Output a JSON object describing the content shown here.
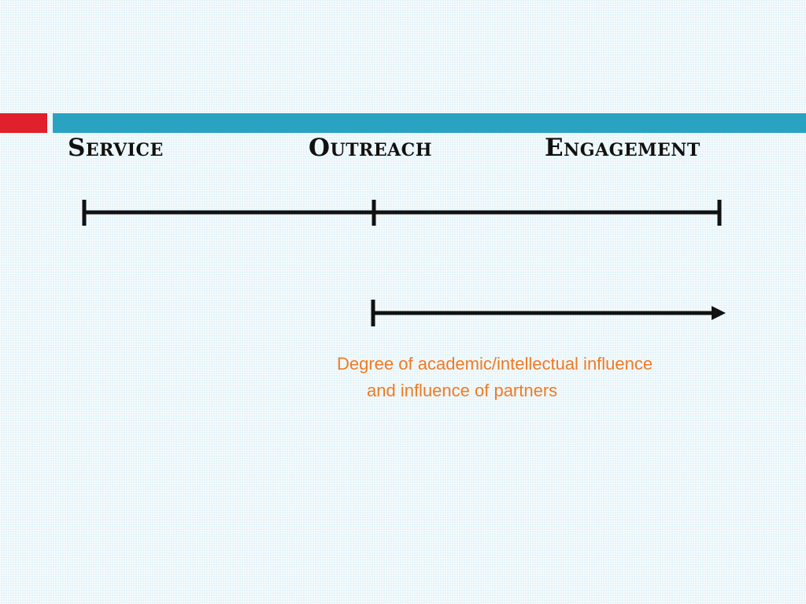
{
  "slide": {
    "accent_red": "#e0202a",
    "accent_blue": "#2aa3c2",
    "caption_color": "#f07a24"
  },
  "continuum": {
    "labels": [
      "Service",
      "Outreach",
      "Engagement"
    ]
  },
  "arrow": {
    "caption_line1": "Degree of academic/intellectual influence",
    "caption_line2": "and influence of partners"
  }
}
